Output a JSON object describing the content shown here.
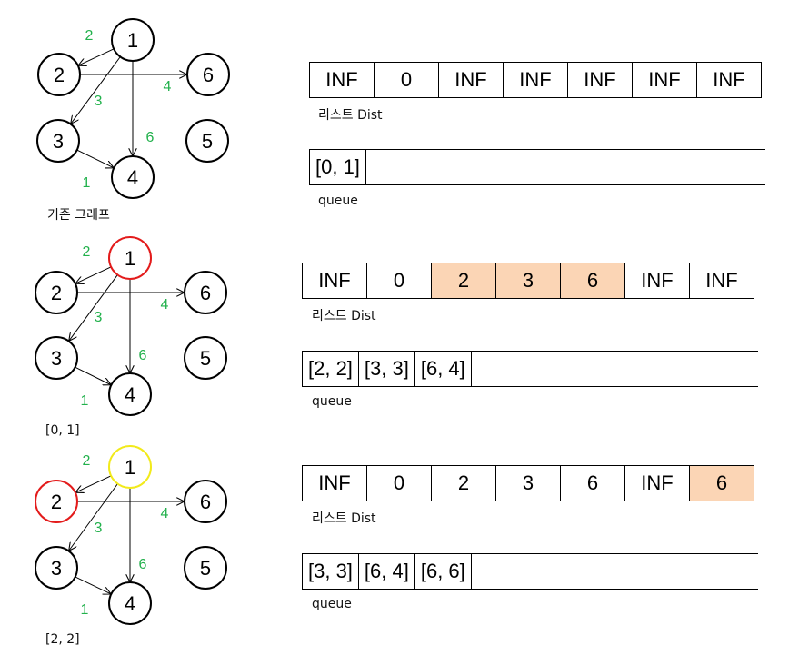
{
  "labels": {
    "dist": "리스트 Dist",
    "queue": "queue"
  },
  "panels": [
    {
      "caption": "기존 그래프",
      "dist": [
        {
          "v": "INF",
          "hl": false
        },
        {
          "v": "0",
          "hl": false
        },
        {
          "v": "INF",
          "hl": false
        },
        {
          "v": "INF",
          "hl": false
        },
        {
          "v": "INF",
          "hl": false
        },
        {
          "v": "INF",
          "hl": false
        },
        {
          "v": "INF",
          "hl": false
        }
      ],
      "queue": [
        "[0, 1]"
      ],
      "node_colors": {
        "1": "#000000",
        "2": "#000000"
      }
    },
    {
      "caption": "[0, 1]",
      "dist": [
        {
          "v": "INF",
          "hl": false
        },
        {
          "v": "0",
          "hl": false
        },
        {
          "v": "2",
          "hl": true
        },
        {
          "v": "3",
          "hl": true
        },
        {
          "v": "6",
          "hl": true
        },
        {
          "v": "INF",
          "hl": false
        },
        {
          "v": "INF",
          "hl": false
        }
      ],
      "queue": [
        "[2, 2]",
        "[3, 3]",
        "[6, 4]"
      ],
      "node_colors": {
        "1": "#e31b1b",
        "2": "#000000"
      }
    },
    {
      "caption": "[2, 2]",
      "dist": [
        {
          "v": "INF",
          "hl": false
        },
        {
          "v": "0",
          "hl": false
        },
        {
          "v": "2",
          "hl": false
        },
        {
          "v": "3",
          "hl": false
        },
        {
          "v": "6",
          "hl": false
        },
        {
          "v": "INF",
          "hl": false
        },
        {
          "v": "6",
          "hl": true
        }
      ],
      "queue": [
        "[3, 3]",
        "[6, 4]",
        "[6, 6]"
      ],
      "node_colors": {
        "1": "#f2ea1b",
        "2": "#e31b1b"
      }
    }
  ],
  "graph": {
    "nodes": [
      "1",
      "2",
      "3",
      "4",
      "5",
      "6"
    ],
    "edges": [
      {
        "from": "1",
        "to": "2",
        "w": "2"
      },
      {
        "from": "1",
        "to": "3",
        "w": "3"
      },
      {
        "from": "1",
        "to": "4",
        "w": "6"
      },
      {
        "from": "2",
        "to": "6",
        "w": "4"
      },
      {
        "from": "3",
        "to": "4",
        "w": "1"
      }
    ],
    "edge_color": "#22b14c",
    "highlight_color": "#fbd5b5"
  }
}
